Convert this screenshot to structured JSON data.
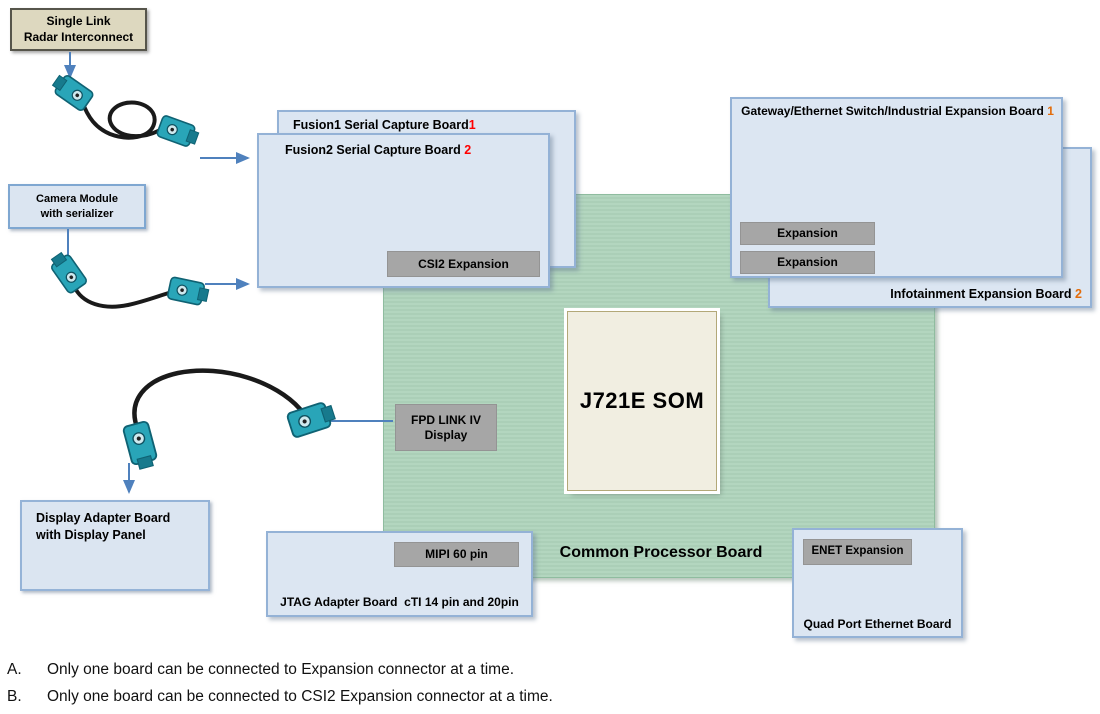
{
  "colors": {
    "board_blue": "#dce6f2",
    "board_green": "#aed3bb",
    "button_gray": "#a6a6a6",
    "tan_box": "#ddd8bf",
    "som_cream": "#f1eee1",
    "red_number": "#ff0000",
    "orange_number": "#e36c0a",
    "arrow_blue": "#4f81bd",
    "cable_black": "#1a1a1a",
    "fakra_teal": "#29a5b8"
  },
  "icons": {
    "fakra_connector": "fakra-coax-connector",
    "cable": "coax-cable",
    "arrow": "blue-arrow"
  },
  "radar_box": {
    "label": "Single Link\nRadar Interconnect"
  },
  "camera_box": {
    "label": "Camera Module\nwith serializer"
  },
  "display_adapter": {
    "label": "Display Adapter Board\nwith Display Panel"
  },
  "fusion1": {
    "label": "Fusion1 Serial Capture Board",
    "number": "1"
  },
  "fusion2": {
    "label": "Fusion2 Serial Capture Board",
    "number": "2",
    "csi2_button": "CSI2 Expansion"
  },
  "gateway": {
    "label": "Gateway/Ethernet Switch/Industrial Expansion Board",
    "number": "1",
    "expansion_buttons": [
      "Expansion",
      "Expansion"
    ]
  },
  "infotainment": {
    "label": "Infotainment Expansion Board",
    "number": "2"
  },
  "processor_board": {
    "label": "Common Processor Board",
    "som_label": "J721E SOM",
    "fpd_button": "FPD LINK IV\nDisplay"
  },
  "jtag": {
    "label": "JTAG Adapter Board  cTI 14 pin and 20pin",
    "mipi_button": "MIPI 60 pin"
  },
  "quad_port": {
    "label": "Quad Port Ethernet Board",
    "enet_button": "ENET Expansion"
  },
  "notes": [
    {
      "letter": "A.",
      "text": "Only one board can be connected to Expansion connector at a time."
    },
    {
      "letter": "B.",
      "text": "Only one board can be connected to CSI2 Expansion connector at a time."
    }
  ]
}
